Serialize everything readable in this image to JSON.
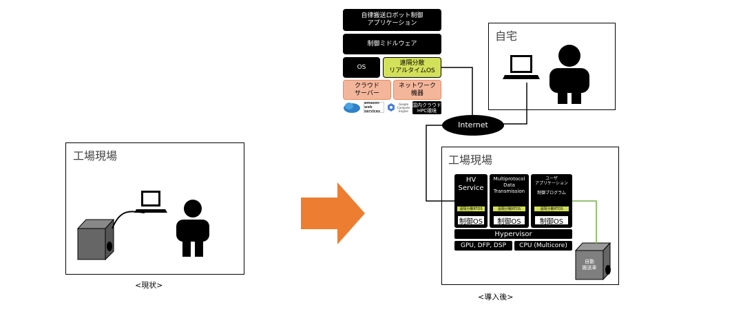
{
  "current": {
    "panel_title": "工場現場",
    "caption": "<現状>"
  },
  "after": {
    "caption": "<導入後>",
    "stack": {
      "app": "自律搬送ロボット制御\nアプリケーション",
      "middleware": "制御ミドルウェア",
      "os": "OS",
      "rtos": "遠隔分散\nリアルタイムOS",
      "cloud_server": "クラウド\nサーバー",
      "network": "ネットワーク\n機器",
      "hpc": "国内クラウド\nHPC環境",
      "logos": [
        "Azure",
        "amazon web services",
        "Google Compute Engine"
      ]
    },
    "internet_label": "Internet",
    "home": {
      "panel_title": "自宅"
    },
    "factory": {
      "panel_title": "工場現場",
      "cols": [
        {
          "title": "HV\nService",
          "rtos": "遠隔分散RTOS",
          "os": "制御OS"
        },
        {
          "title": "Multiprotocol\nData\nTransmission",
          "rtos": "遠隔分散RTOS",
          "os": "制御OS"
        },
        {
          "title": "ユーザ\nアプリケーション\n\n制御プログラム",
          "rtos": "遠隔分散RTOS",
          "os": "制御OS"
        }
      ],
      "hypervisor": "Hypervisor",
      "gpu": "GPU, DFP, DSP",
      "cpu": "CPU (Multicore)",
      "robot_label": "自動\n搬送車"
    }
  },
  "colors": {
    "arrow": "#ed7d31",
    "green_accent": "#d3e15a",
    "salmon": "#f4b69b",
    "link_line": "#70ad47"
  }
}
